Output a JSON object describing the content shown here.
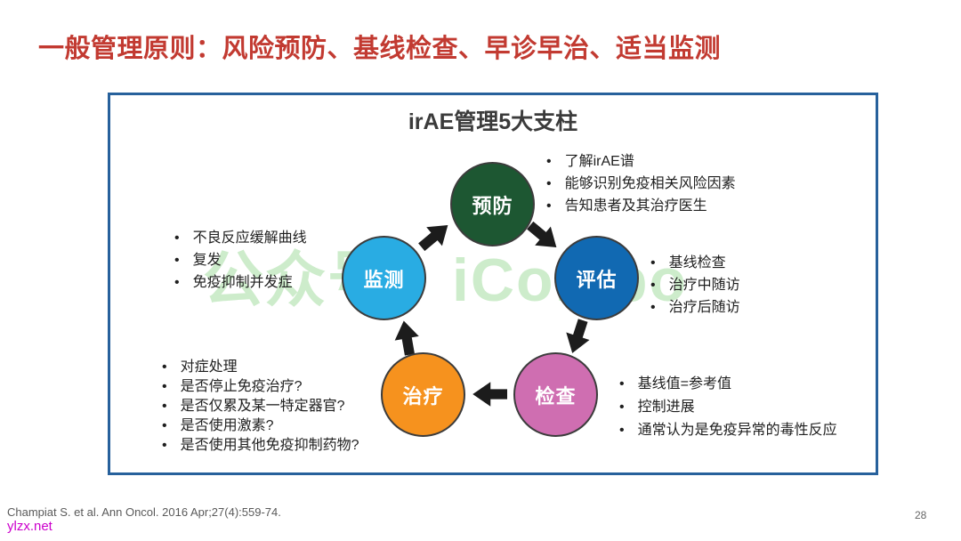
{
  "page": {
    "title": "一般管理原则：风险预防、基线检查、早诊早治、适当监测",
    "title_color": "#c23a31",
    "citation": "Champiat S. et al. Ann Oncol. 2016 Apr;27(4):559-74.",
    "site_link": "ylzx.net",
    "site_link_color": "#cc00cc",
    "page_number": "28"
  },
  "diagram": {
    "title": "irAE管理5大支柱",
    "frame_color": "#27619c",
    "watermark": "公众号：iCombo",
    "watermark_color": "#cdeccb",
    "arrow_color": "#1c1c1c",
    "nodes": [
      {
        "id": "prevention",
        "label": "预防",
        "color": "#1d5732"
      },
      {
        "id": "assessment",
        "label": "评估",
        "color": "#1169b2"
      },
      {
        "id": "examination",
        "label": "检查",
        "color": "#cf6eb1"
      },
      {
        "id": "treatment",
        "label": "治疗",
        "color": "#f6921e"
      },
      {
        "id": "monitoring",
        "label": "监测",
        "color": "#29ace3"
      }
    ],
    "lists": {
      "prevention": [
        "了解irAE谱",
        "能够识别免疫相关风险因素",
        "告知患者及其治疗医生"
      ],
      "assessment": [
        "基线检查",
        "治疗中随访",
        "治疗后随访"
      ],
      "examination": [
        "基线值=参考值",
        "控制进展",
        "通常认为是免疫异常的毒性反应"
      ],
      "treatment": [
        "对症处理",
        "是否停止免疫治疗?",
        "是否仅累及某一特定器官?",
        "是否使用激素?",
        "是否使用其他免疫抑制药物?"
      ],
      "monitoring": [
        "不良反应缓解曲线",
        "复发",
        "免疫抑制并发症"
      ]
    }
  }
}
